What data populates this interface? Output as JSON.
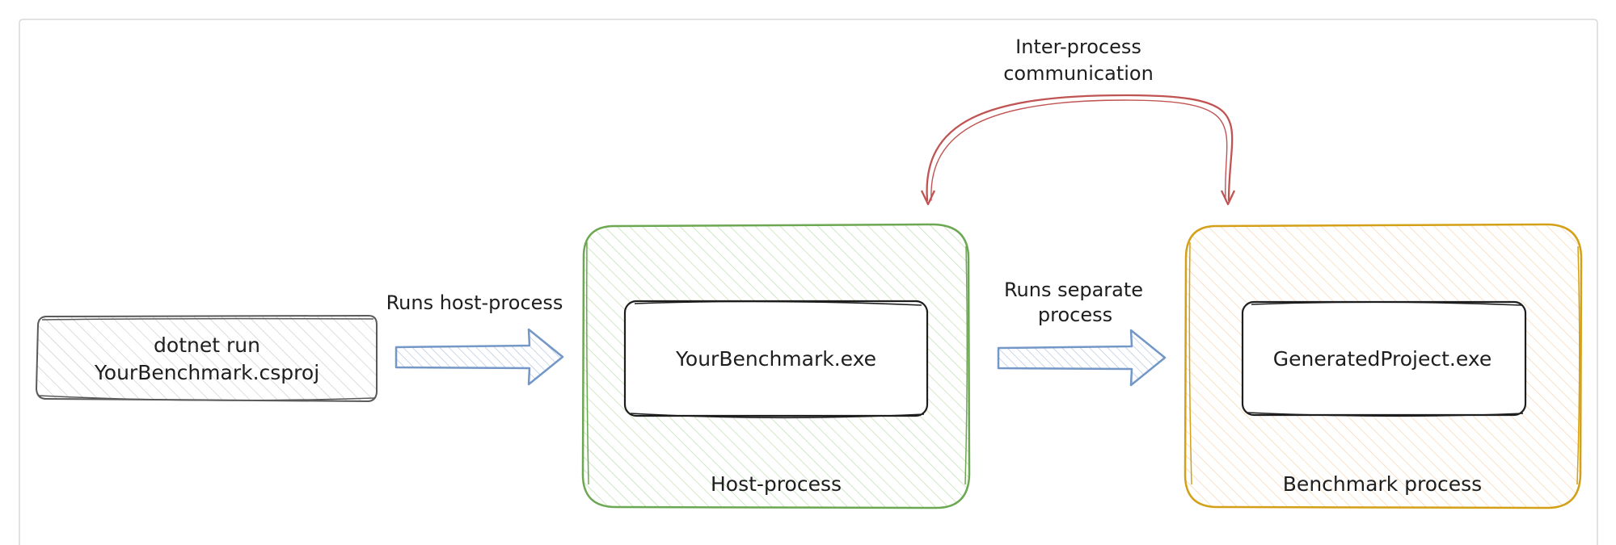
{
  "nodes": {
    "command": {
      "line1": "dotnet run",
      "line2": "YourBenchmark.csproj"
    },
    "host_exe": {
      "label": "YourBenchmark.exe"
    },
    "host_process": {
      "label": "Host-process"
    },
    "generated_exe": {
      "label": "GeneratedProject.exe"
    },
    "benchmark_process": {
      "label": "Benchmark process"
    }
  },
  "edges": {
    "runs_host": {
      "label": "Runs host-process"
    },
    "runs_separate": {
      "line1": "Runs separate",
      "line2": "process"
    },
    "ipc": {
      "line1": "Inter-process",
      "line2": "communication"
    }
  },
  "colors": {
    "green": "#6ca851",
    "orange": "#d4a017",
    "blue_arrow": "#7397c7",
    "red_arrow": "#c05453",
    "box_stroke": "#1e1e1e",
    "gray_stroke": "#5a5a5a"
  }
}
